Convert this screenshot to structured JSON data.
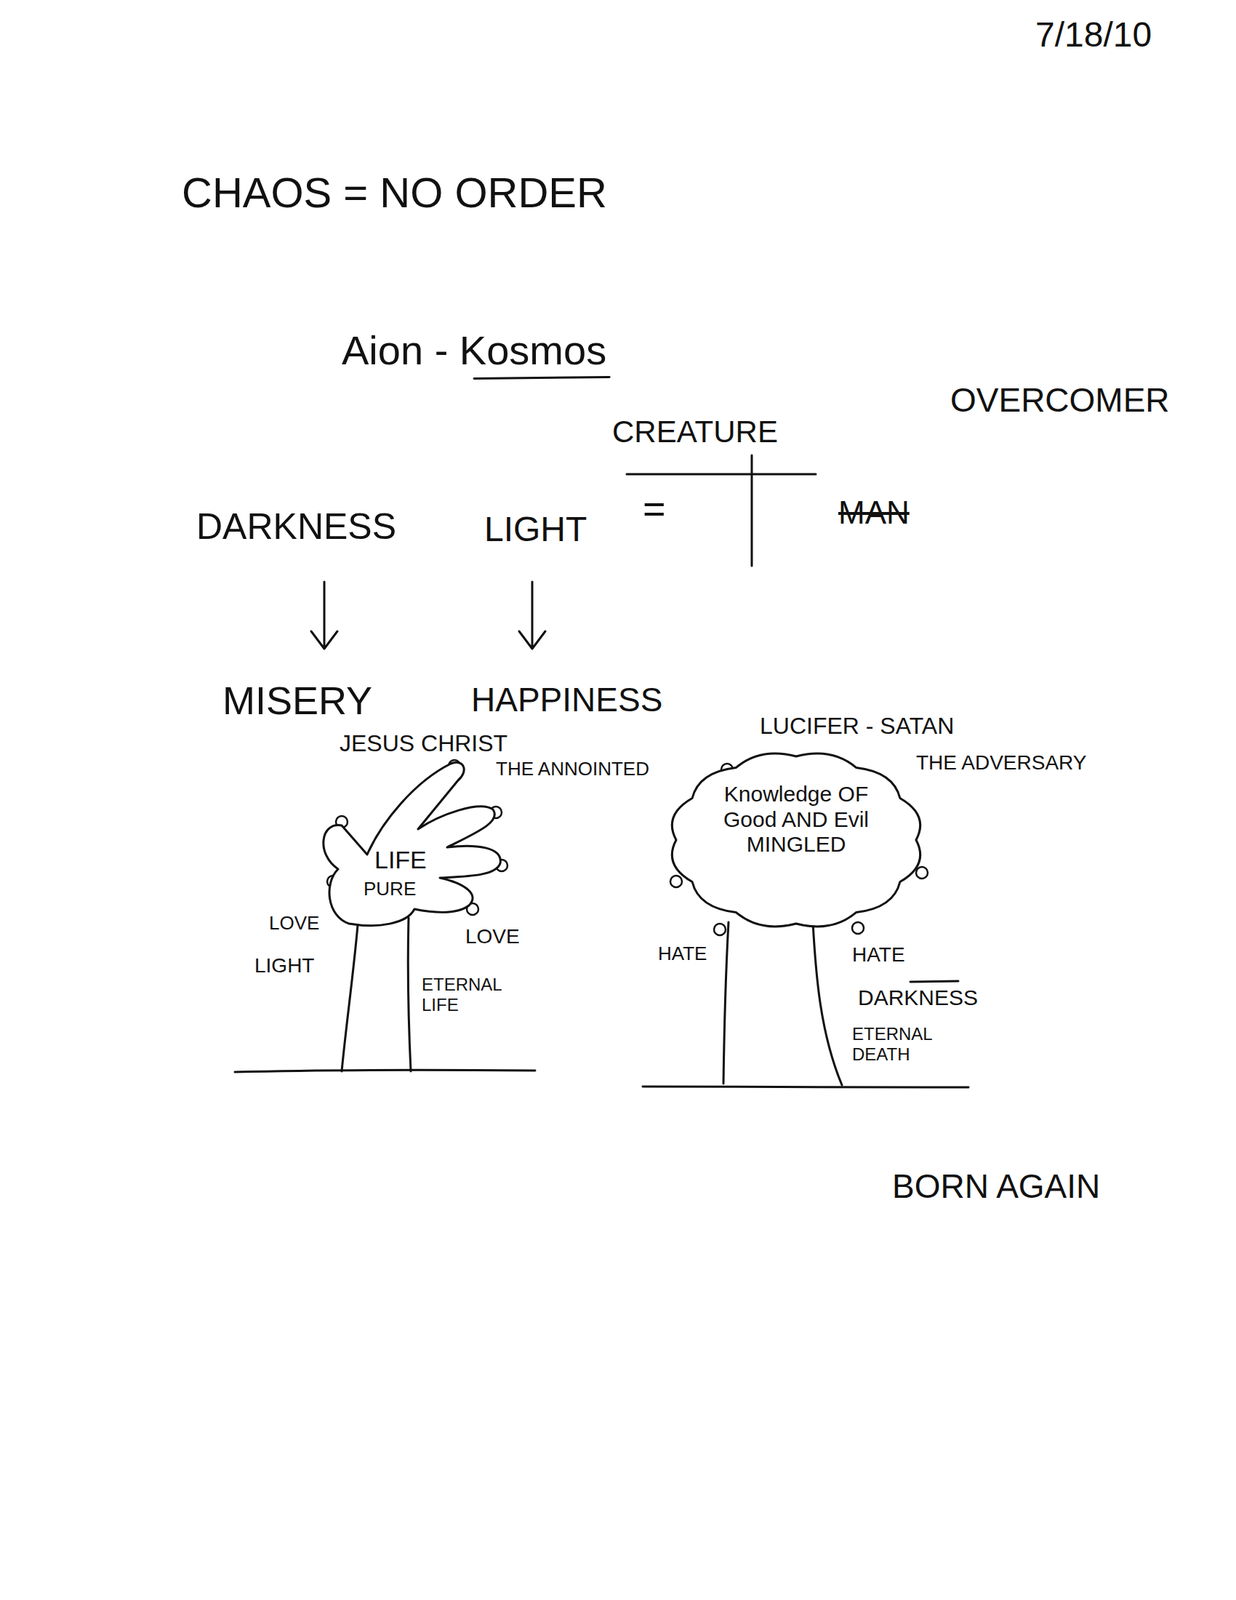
{
  "diagram": {
    "nodes": [
      {
        "text": [
          "LIFE",
          "PURE"
        ]
      },
      {
        "text": [
          "Knowledge OF Good AND Evil MINGLED"
        ]
      }
    ],
    "labels": [
      "7/18/10",
      "CHAOS = NO ORDER",
      "Aion - Kosmos",
      "OVERCOMER",
      "CREATURE",
      "=",
      "MAN",
      "DARKNESS",
      "LIGHT",
      "MISERY",
      "HAPPINESS",
      "JESUS CHRIST",
      "THE ANNOINTED",
      "LUCIFER - SATAN",
      "THE ADVERSARY",
      "LOVE",
      "LIGHT",
      "LOVE",
      "ETERNAL LIFE",
      "HATE",
      "HATE",
      "DARKNESS",
      "ETERNAL DEATH",
      "BORN AGAIN"
    ]
  }
}
